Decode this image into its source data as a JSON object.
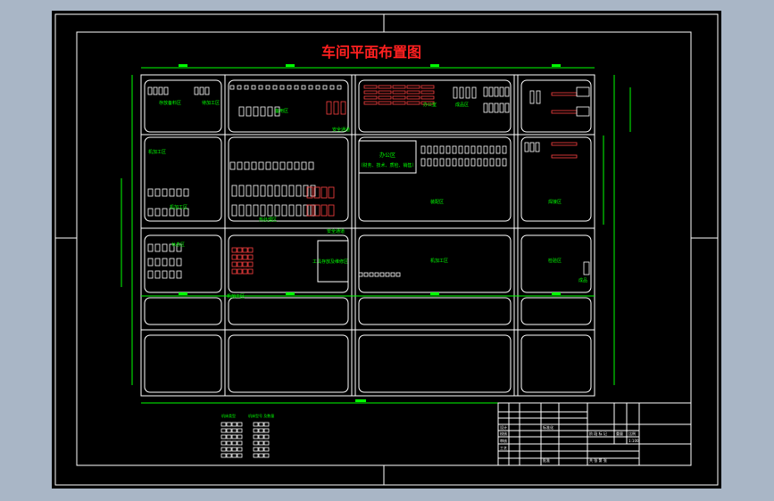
{
  "drawing": {
    "title": "车间平面布置图",
    "colors": {
      "background": "#000000",
      "outer": "#a9b6c6",
      "lines": "#ffffff",
      "text": "#00ff00",
      "dims": "#00ff00",
      "accent": "#ff0000"
    }
  },
  "zones": {
    "label_a": "存放备料区",
    "label_b": "待加工区",
    "label_c": "备用区",
    "label_d": "办公室",
    "label_e": "成品区",
    "label_f": "机加工区",
    "label_g": "机加工区",
    "label_h": "热处理区",
    "label_i": "装配区",
    "label_j": "焊接区",
    "label_k": "机加工区",
    "label_l": "检验区",
    "label_m": "休息区",
    "label_n": "安全通道",
    "label_o": "安全通道",
    "box_main": "办公区",
    "box_sub": "（财务、技术、质检、销售）",
    "label_p": "工具存放及维修区",
    "label_q": "成品",
    "label_r": "机加工区"
  },
  "title_block": {
    "r1": "设计",
    "r2": "校核",
    "r3": "审核",
    "r4": "工艺",
    "r5": "标准化",
    "r6": "批准",
    "stage": "阶 段 标 记",
    "weight": "重量",
    "scale": "比例",
    "ratio": "1:100",
    "sheets": "共 张 第 张"
  },
  "legend": {
    "h1": "机床类型",
    "h2": "机床型号 及数量"
  }
}
